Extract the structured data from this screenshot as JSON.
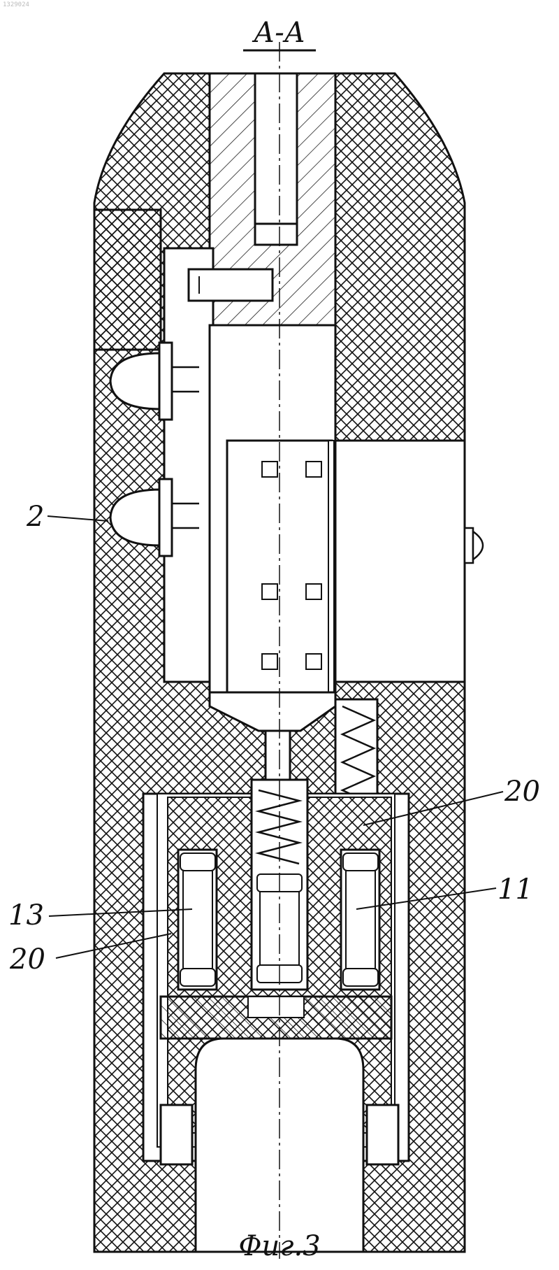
{
  "section_title": "А-А",
  "figure_caption": "Фиг.3",
  "corner_number": "1329024",
  "callouts": [
    {
      "id": "label-2",
      "text": "2"
    },
    {
      "id": "label-20-right",
      "text": "20"
    },
    {
      "id": "label-11",
      "text": "11"
    },
    {
      "id": "label-13",
      "text": "13"
    },
    {
      "id": "label-20-left",
      "text": "20"
    }
  ],
  "colors": {
    "ink": "#111111",
    "paper": "#ffffff"
  }
}
